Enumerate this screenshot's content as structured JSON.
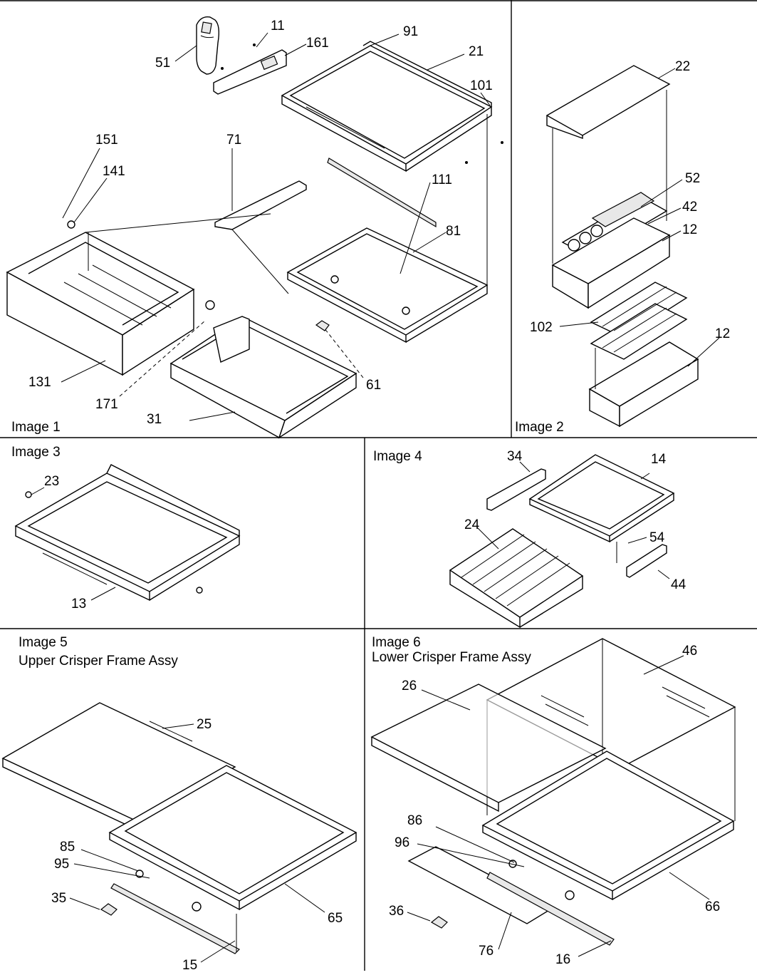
{
  "panels": {
    "image1": {
      "caption": "Image 1",
      "callouts": [
        "11",
        "161",
        "51",
        "91",
        "21",
        "101",
        "151",
        "141",
        "71",
        "111",
        "81",
        "131",
        "171",
        "31",
        "61"
      ]
    },
    "image2": {
      "caption": "Image 2",
      "callouts": [
        "22",
        "52",
        "42",
        "12",
        "102",
        "12"
      ]
    },
    "image3": {
      "caption": "Image 3",
      "callouts": [
        "23",
        "13"
      ]
    },
    "image4": {
      "caption": "Image 4",
      "callouts": [
        "34",
        "14",
        "24",
        "54",
        "44"
      ]
    },
    "image5": {
      "caption": "Image 5",
      "subtitle": "Upper Crisper Frame Assy",
      "callouts": [
        "25",
        "85",
        "95",
        "35",
        "65",
        "15"
      ]
    },
    "image6": {
      "caption": "Image 6",
      "subtitle": "Lower Crisper Frame Assy",
      "callouts": [
        "46",
        "26",
        "86",
        "96",
        "36",
        "76",
        "16",
        "66"
      ]
    }
  },
  "colors": {
    "line": "#000000",
    "background": "#ffffff"
  }
}
